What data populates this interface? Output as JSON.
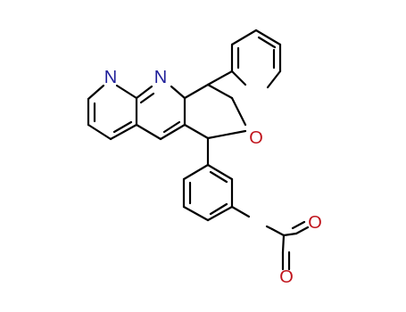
{
  "molecule": {
    "atoms": [
      {
        "id": "N1",
        "symbol": "N",
        "color": "#20209a"
      },
      {
        "id": "N2",
        "symbol": "N",
        "color": "#20209a"
      },
      {
        "id": "O1",
        "symbol": "O",
        "color": "#c0141c"
      },
      {
        "id": "O2",
        "symbol": "O",
        "color": "#c0141c"
      },
      {
        "id": "O3",
        "symbol": "O",
        "color": "#c0141c"
      }
    ]
  }
}
